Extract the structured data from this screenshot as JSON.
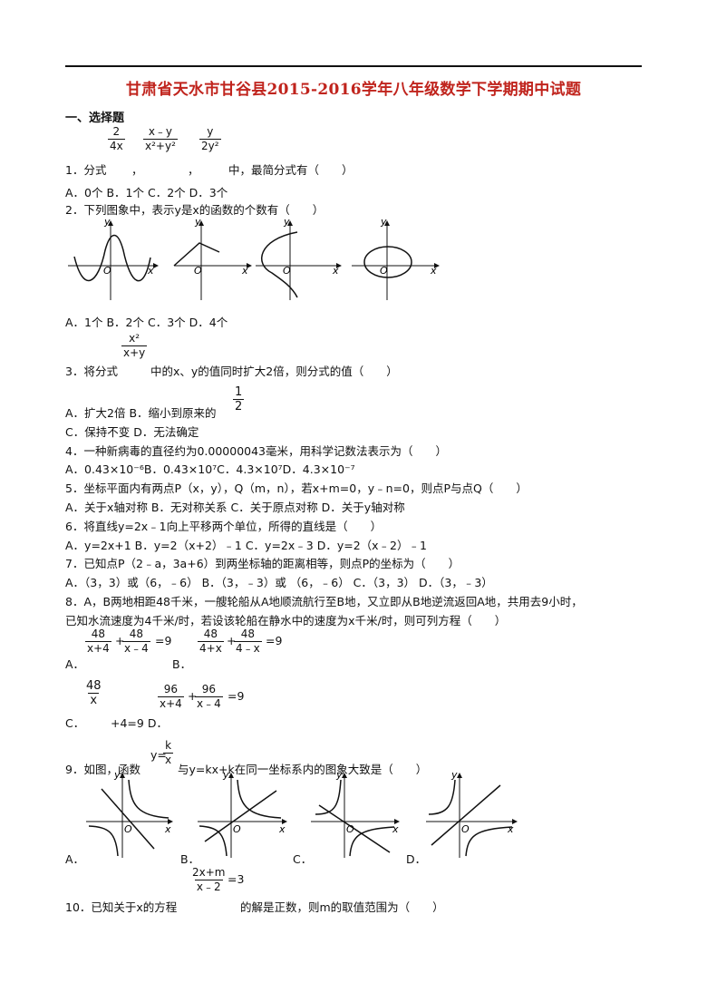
{
  "title": "甘肃省天水市甘谷县2015-2016学年八年级数学下学期期中试题",
  "section1": "一、选择题",
  "q1": {
    "stem": "1．分式",
    "f1": {
      "n": "2",
      "d": "4x"
    },
    "f2": {
      "n": "x﹣y",
      "d": "x²+y²"
    },
    "f3": {
      "n": "y",
      "d": "2y²"
    },
    "c1": "，",
    "c2": "，",
    "tail": "中，最简分式有（　　）",
    "opts": "A．0个 B．1个 C．2个 D．3个"
  },
  "q2": {
    "stem": "2．下列图象中，表示y是x的函数的个数有（　　）",
    "opts": "A．1个 B．2个 C．3个 D．4个",
    "x": "x",
    "y": "y",
    "o": "O"
  },
  "q3": {
    "f": {
      "n": "x²",
      "d": "x+y"
    },
    "pre": "3．将分式",
    "tail": "中的x、y的值同时扩大2倍，则分式的值（　　）",
    "optA": "A．扩大2倍 B．缩小到原来的",
    "half": {
      "n": "1",
      "d": "2"
    },
    "optC": "C．保持不变 D．无法确定"
  },
  "q4": {
    "stem": "4．一种新病毒的直径约为0.00000043毫米，用科学记数法表示为（　　）",
    "opts": "A．0.43×10⁻⁶B．0.43×10⁷C．4.3×10⁷D．4.3×10⁻⁷"
  },
  "q5": {
    "stem": "5．坐标平面内有两点P（x，y），Q（m，n），若x+m=0，y﹣n=0，则点P与点Q（　　）",
    "opts": "A．关于x轴对称 B．无对称关系 C．关于原点对称 D．关于y轴对称"
  },
  "q6": {
    "stem": "6．将直线y=2x﹣1向上平移两个单位，所得的直线是（　　）",
    "opts": "A．y=2x+1 B．y=2（x+2）﹣1 C．y=2x﹣3 D．y=2（x﹣2）﹣1"
  },
  "q7": {
    "stem": "7．已知点P（2﹣a，3a+6）到两坐标轴的距离相等，则点P的坐标为（　　）",
    "opts": "A．（3，3）或（6，﹣6） B．（3，﹣3）或 （6，﹣6） C．（3，3） D．（3，﹣3）"
  },
  "q8": {
    "line1": "8．A，B两地相距48千米，一艘轮船从A地顺流航行至B地，又立即从B地逆流返回A地，共用去9小时，",
    "line2": "已知水流速度为4千米/时，若设该轮船在静水中的速度为x千米/时，则可列方程（　　）",
    "a_f1": {
      "n": "48",
      "d": "x+4"
    },
    "a_f2": {
      "n": "48",
      "d": "x﹣4"
    },
    "b_f1": {
      "n": "48",
      "d": "4+x"
    },
    "b_f2": {
      "n": "48",
      "d": "4﹣x"
    },
    "c_f": {
      "n": "48",
      "d": "x"
    },
    "d_f1": {
      "n": "96",
      "d": "x+4"
    },
    "d_f2": {
      "n": "96",
      "d": "x﹣4"
    },
    "plus": "+",
    "eq9": "=9",
    "labA": "A．",
    "labB": "B．",
    "labC": "C．",
    "c_tail": "+4=9 D．"
  },
  "q9": {
    "pre": "9．如图，函数",
    "yeq": "y=",
    "f": {
      "n": "k",
      "d": "x"
    },
    "tail": "与y=kx+k在同一坐标系内的图象大致是（　　）",
    "labels": [
      "A．",
      "B．",
      "C．",
      "D．"
    ],
    "x": "x",
    "y": "y",
    "o": "O"
  },
  "q10": {
    "pre": "10．已知关于x的方程",
    "f": {
      "n": "2x+m",
      "d": "x﹣2"
    },
    "eq": "=3",
    "tail": "的解是正数，则m的取值范围为（　　）"
  }
}
